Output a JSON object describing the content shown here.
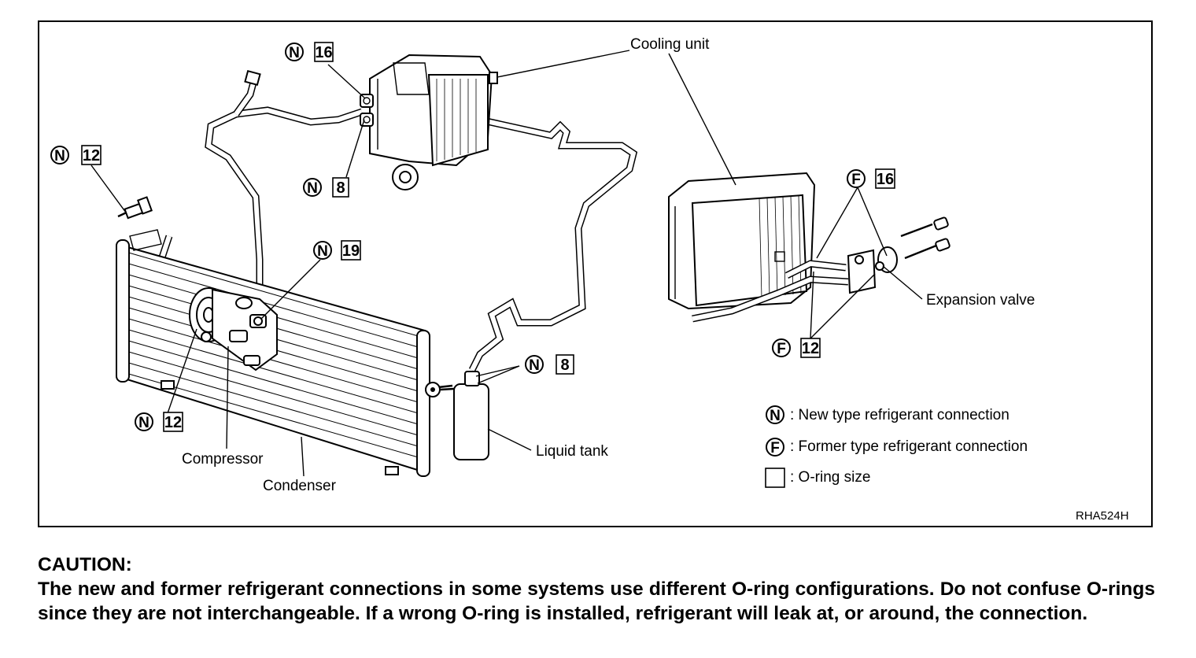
{
  "diagram": {
    "labels": {
      "cooling_unit": "Cooling unit",
      "expansion_valve": "Expansion valve",
      "compressor": "Compressor",
      "condenser": "Condenser",
      "liquid_tank": "Liquid tank"
    },
    "symbols": {
      "new": "N",
      "former": "F"
    },
    "callouts": {
      "cooling_unit_top": "16",
      "cooling_unit_bottom": "8",
      "condenser_inlet": "12",
      "compressor_discharge": "19",
      "compressor_suction": "12",
      "liquid_tank": "8",
      "expansion_valve_top": "16",
      "expansion_valve_bottom": "12"
    },
    "legend": {
      "new": ": New type refrigerant connection",
      "former": ": Former type refrigerant connection",
      "oring": ": O-ring size"
    },
    "figure_code": "RHA524H"
  },
  "caution": {
    "title": "CAUTION:",
    "body": "The new and former refrigerant connections in some systems use different O-ring configurations. Do not confuse O-rings since they are not interchangeable. If a wrong O-ring is installed, refrigerant will leak at, or around, the connection."
  }
}
